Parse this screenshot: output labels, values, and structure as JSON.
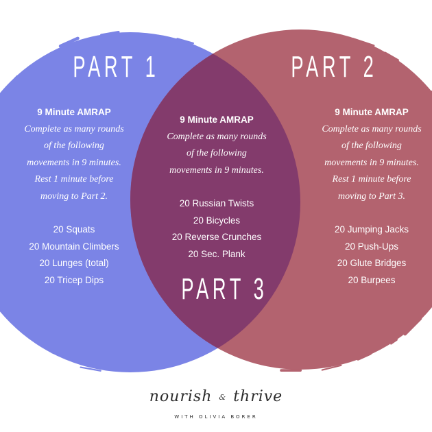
{
  "colors": {
    "left_circle": "#7b84e6",
    "right_circle": "#b3636f",
    "overlap": "#833b6c",
    "text": "#ffffff",
    "logo": "#2b2b2b"
  },
  "part1": {
    "title": "PART 1",
    "heading": "9 Minute AMRAP",
    "description": [
      "Complete as many rounds",
      "of the following",
      "movements in 9 minutes.",
      "Rest 1 minute before",
      "moving to Part 2."
    ],
    "exercises": [
      "20 Squats",
      "20 Mountain Climbers",
      "20 Lunges (total)",
      "20 Tricep Dips"
    ]
  },
  "part2": {
    "title": "PART 2",
    "heading": "9 Minute AMRAP",
    "description": [
      "Complete as many rounds",
      "of the following",
      "movements in 9 minutes.",
      "Rest 1 minute before",
      "moving to Part 3."
    ],
    "exercises": [
      "20 Jumping Jacks",
      "20 Push-Ups",
      "20 Glute Bridges",
      "20 Burpees"
    ]
  },
  "part3": {
    "title": "PART 3",
    "heading": "9 Minute AMRAP",
    "description": [
      "Complete as many rounds",
      "of the following",
      "movements in 9 minutes."
    ],
    "exercises": [
      "20 Russian Twists",
      "20 Bicycles",
      "20 Reverse Crunches",
      "20 Sec. Plank"
    ]
  },
  "logo": {
    "name_left": "nourish",
    "ampersand": "&",
    "name_right": "thrive",
    "tagline": "WITH OLIVIA BORER"
  }
}
